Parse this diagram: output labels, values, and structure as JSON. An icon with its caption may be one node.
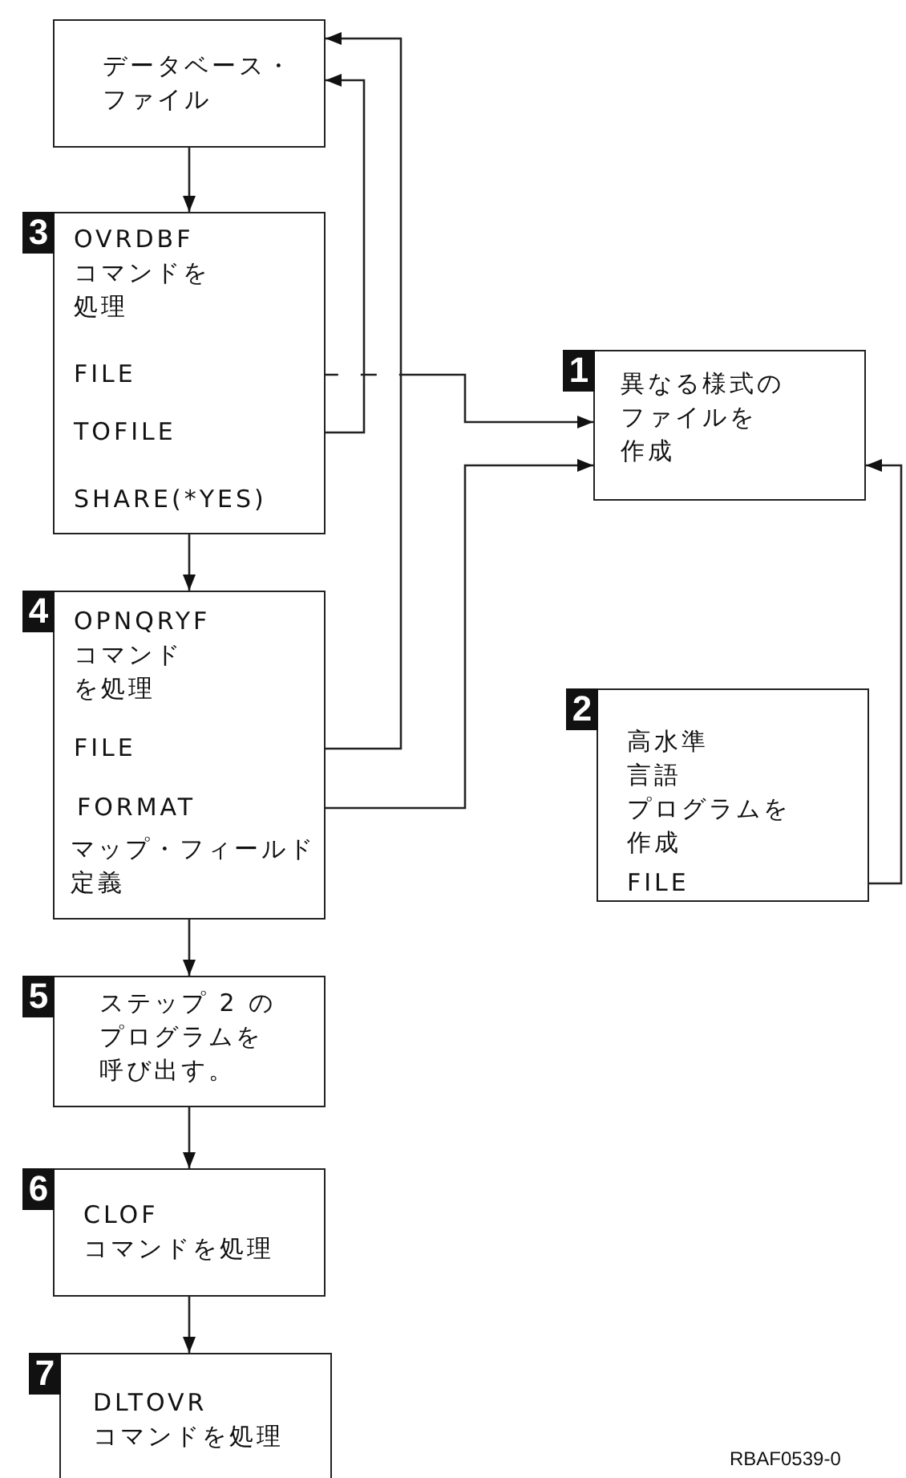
{
  "diagram": {
    "nodes": [
      {
        "text": [
          "データベース・ファイル"
        ]
      },
      {
        "text": [
          "OVRDBFコマンドを処理",
          "SHARE(*YES)"
        ],
        "beside": [
          "3"
        ]
      },
      {
        "text": [
          "FILE"
        ],
        "in": 1
      },
      {
        "text": [
          "TOFILE"
        ],
        "in": 1
      },
      {
        "text": [
          "異なる様式のファイルを作成"
        ],
        "beside": [
          "1"
        ]
      },
      {
        "text": [
          "OPNQRYFコマンドを処理",
          "マップ・フィールド定義"
        ],
        "beside": [
          "4"
        ]
      },
      {
        "text": [
          "FILE"
        ],
        "in": 5
      },
      {
        "text": [
          "FORMAT"
        ],
        "in": 5
      },
      {
        "text": [
          "高水準言語プログラムを作成"
        ],
        "beside": [
          "2"
        ]
      },
      {
        "text": [
          "FILE"
        ],
        "in": 8
      },
      {
        "text": [
          "ステップ 2 のプログラムを呼び出す。"
        ],
        "beside": [
          "5"
        ]
      },
      {
        "text": [
          "CLOFコマンドを処理"
        ],
        "beside": [
          "6"
        ]
      },
      {
        "text": [
          "DLTOVRコマンドを処理"
        ],
        "beside": [
          "7"
        ]
      }
    ],
    "edges": [
      {
        "from": 0,
        "to": 1,
        "arrow": "to"
      },
      {
        "from": 1,
        "to": 5,
        "arrow": "to"
      },
      {
        "from": 5,
        "to": 10,
        "arrow": "to"
      },
      {
        "from": 10,
        "to": 11,
        "arrow": "to"
      },
      {
        "from": 11,
        "to": 12,
        "arrow": "to"
      },
      {
        "from": 2,
        "to": 4,
        "arrow": "to",
        "style": "dashed"
      },
      {
        "from": 3,
        "to": 0,
        "arrow": "to"
      },
      {
        "from": 6,
        "to": 0,
        "arrow": "to"
      },
      {
        "from": 7,
        "to": 4,
        "arrow": "to"
      },
      {
        "from": 9,
        "to": 4,
        "arrow": "to"
      }
    ],
    "labels": [
      "RBAF0539-0"
    ]
  }
}
